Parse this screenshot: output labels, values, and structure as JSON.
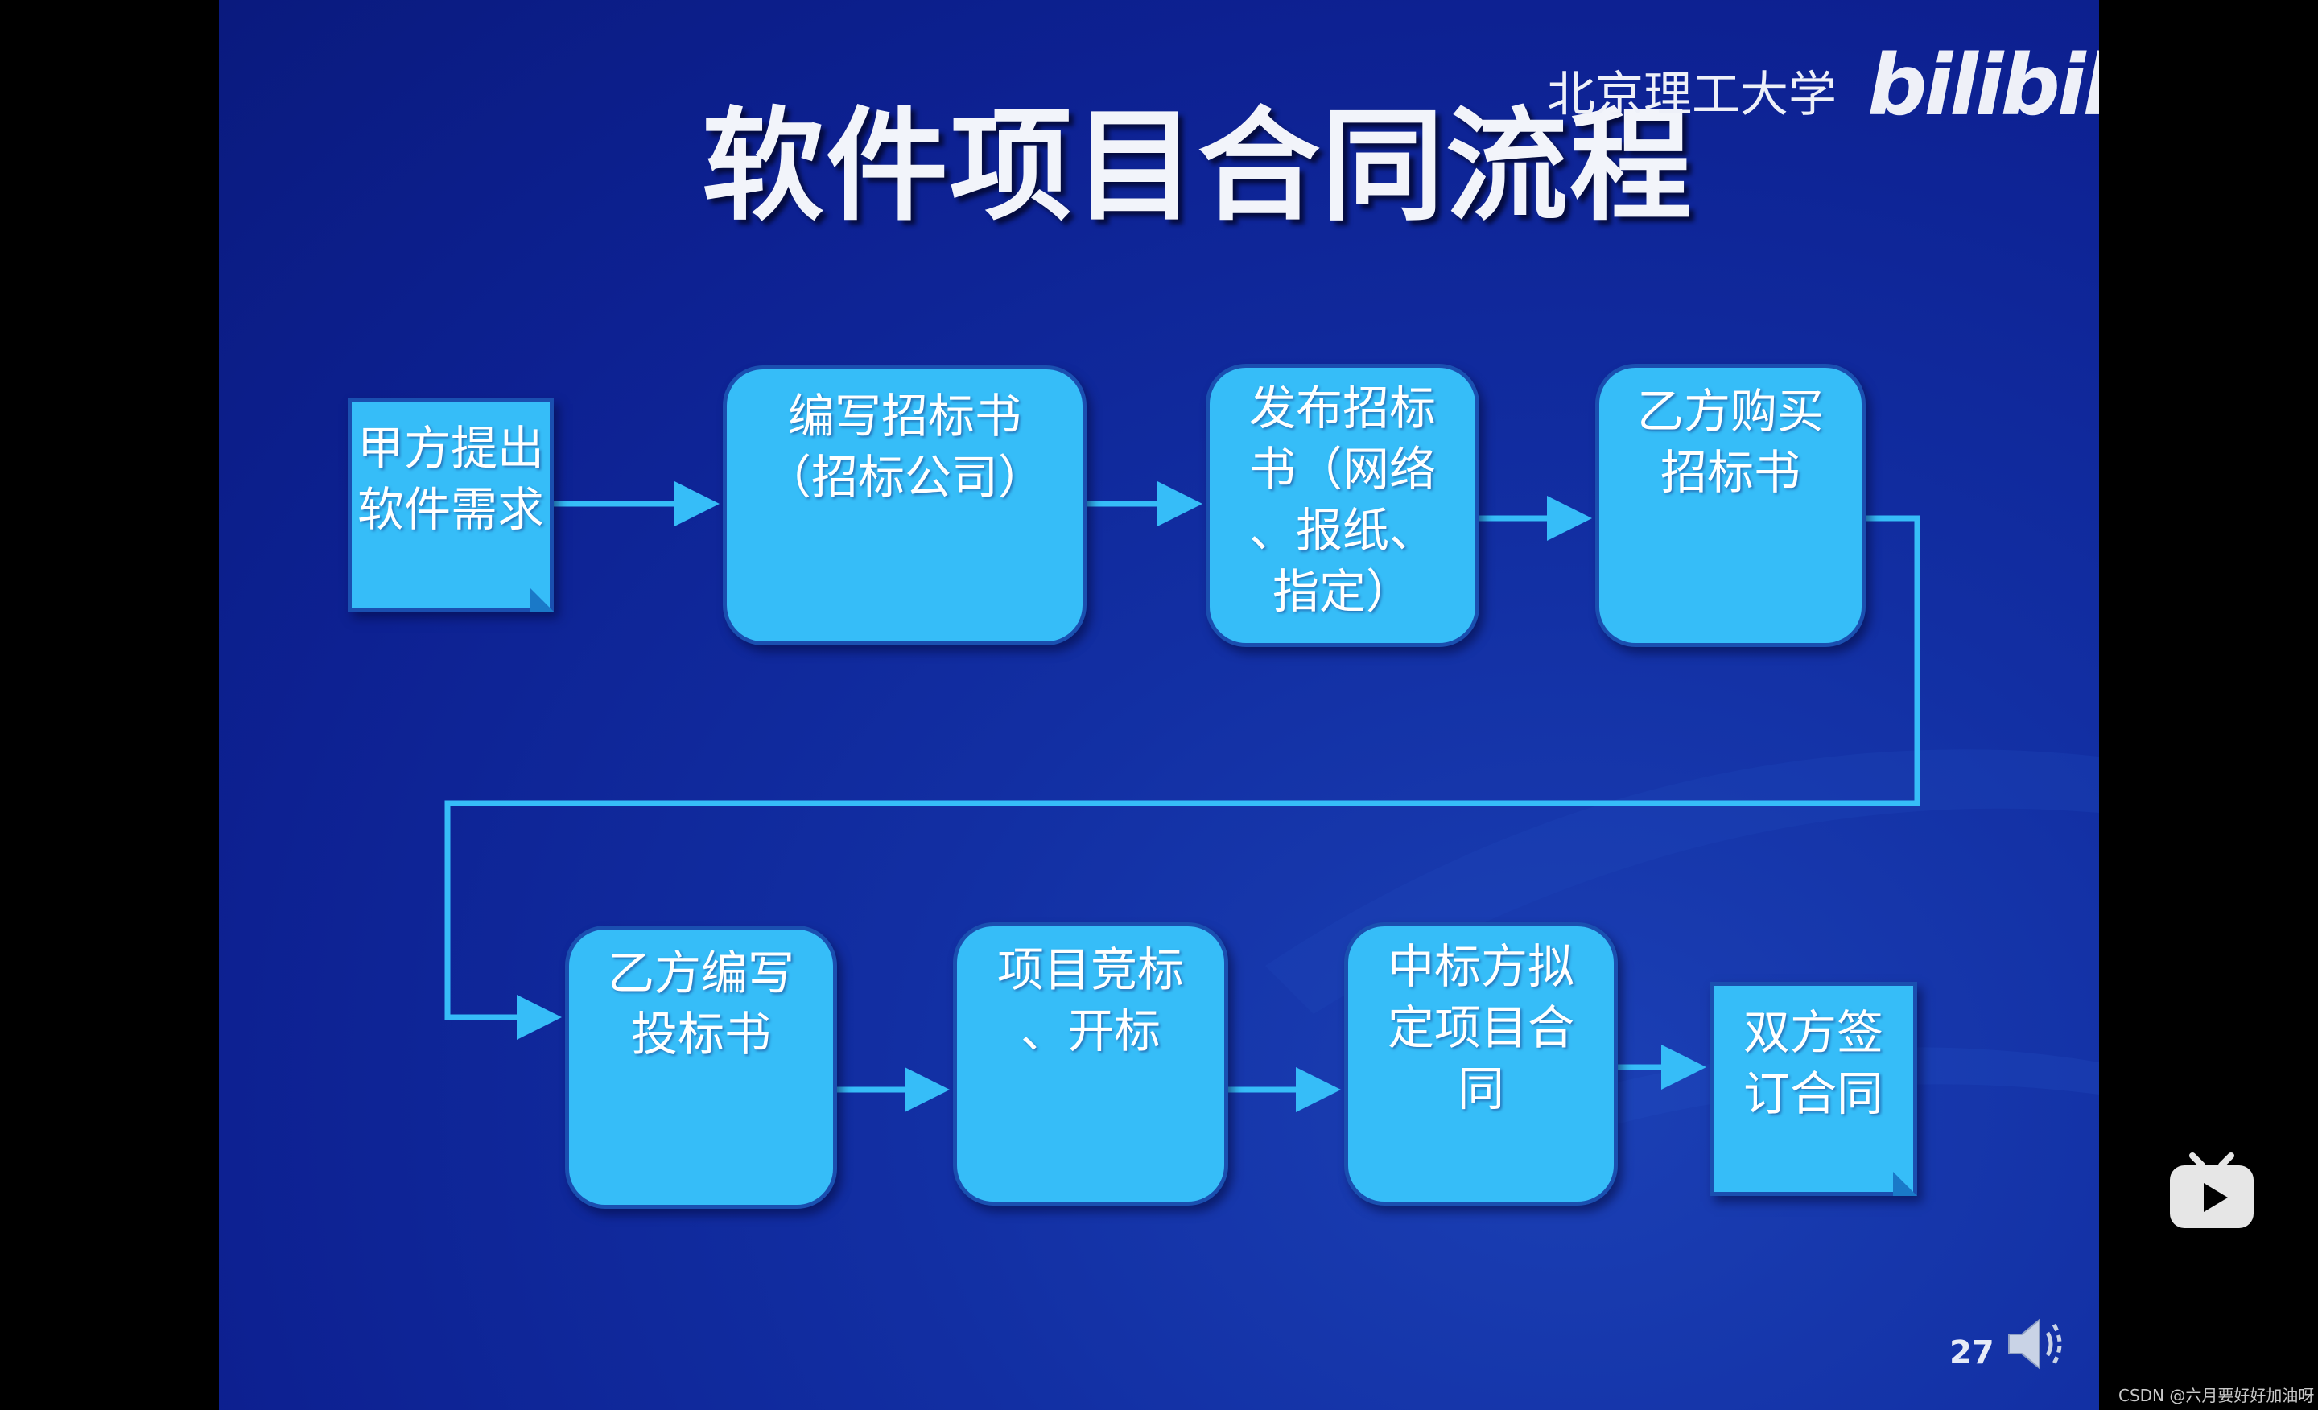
{
  "slide": {
    "title": "软件项目合同流程",
    "university": "北京理工大学",
    "brand": "bilibili",
    "page_number": "27"
  },
  "flow": {
    "steps": [
      {
        "id": "s1",
        "shape": "document",
        "label": "甲方提出\n软件需求"
      },
      {
        "id": "s2",
        "shape": "rounded",
        "label": "编写招标书\n（招标公司）"
      },
      {
        "id": "s3",
        "shape": "rounded",
        "label": "发布招标\n书（网络\n、报纸、\n指定）"
      },
      {
        "id": "s4",
        "shape": "rounded",
        "label": "乙方购买\n招标书"
      },
      {
        "id": "s5",
        "shape": "rounded",
        "label": "乙方编写\n投标书"
      },
      {
        "id": "s6",
        "shape": "rounded",
        "label": "项目竞标\n、开标"
      },
      {
        "id": "s7",
        "shape": "rounded",
        "label": "中标方拟\n定项目合\n同"
      },
      {
        "id": "s8",
        "shape": "document",
        "label": "双方签\n订合同"
      }
    ],
    "edges": [
      [
        "s1",
        "s2"
      ],
      [
        "s2",
        "s3"
      ],
      [
        "s3",
        "s4"
      ],
      [
        "s4",
        "s5"
      ],
      [
        "s5",
        "s6"
      ],
      [
        "s6",
        "s7"
      ],
      [
        "s7",
        "s8"
      ]
    ],
    "colors": {
      "box_fill": "#36bdf8",
      "box_border": "#1a4fb0",
      "arrow": "#36bdf8",
      "background": "#0e2596"
    }
  },
  "player": {
    "watermark": "CSDN @六月要好好加油呀",
    "play_icon": "tv-play-icon",
    "speaker_icon": "speaker-icon"
  }
}
